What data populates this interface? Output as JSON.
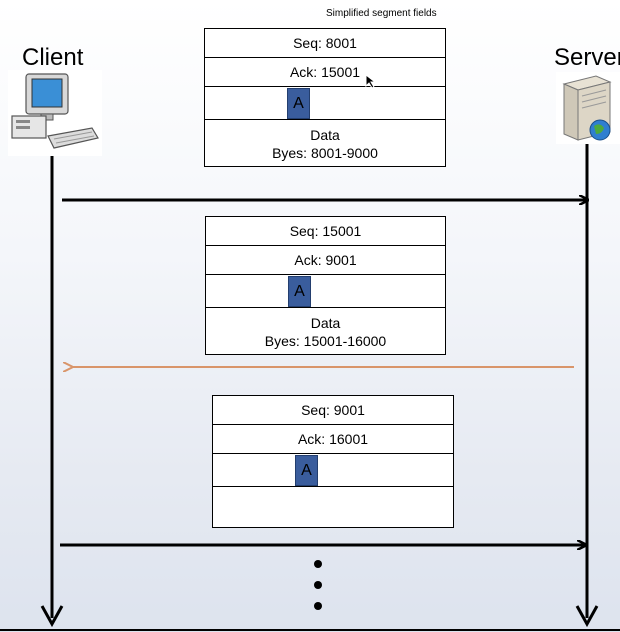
{
  "caption": "Simplified segment fields",
  "hosts": {
    "client": "Client",
    "server": "Server"
  },
  "segments": [
    {
      "seq": "Seq: 8001",
      "ack": "Ack: 15001",
      "flag": "A",
      "data_title": "Data",
      "data_bytes": "Byes: 8001-9000"
    },
    {
      "seq": "Seq: 15001",
      "ack": "Ack: 9001",
      "flag": "A",
      "data_title": "Data",
      "data_bytes": "Byes: 15001-16000"
    },
    {
      "seq": "Seq: 9001",
      "ack": "Ack: 16001",
      "flag": "A",
      "data_title": "",
      "data_bytes": ""
    }
  ],
  "colors": {
    "arrow_black": "#000000",
    "arrow_orange": "#d9956a",
    "flag_fill": "#3a5d9d"
  },
  "icons": {
    "client": "desktop-computer-icon",
    "server": "server-tower-globe-icon"
  }
}
